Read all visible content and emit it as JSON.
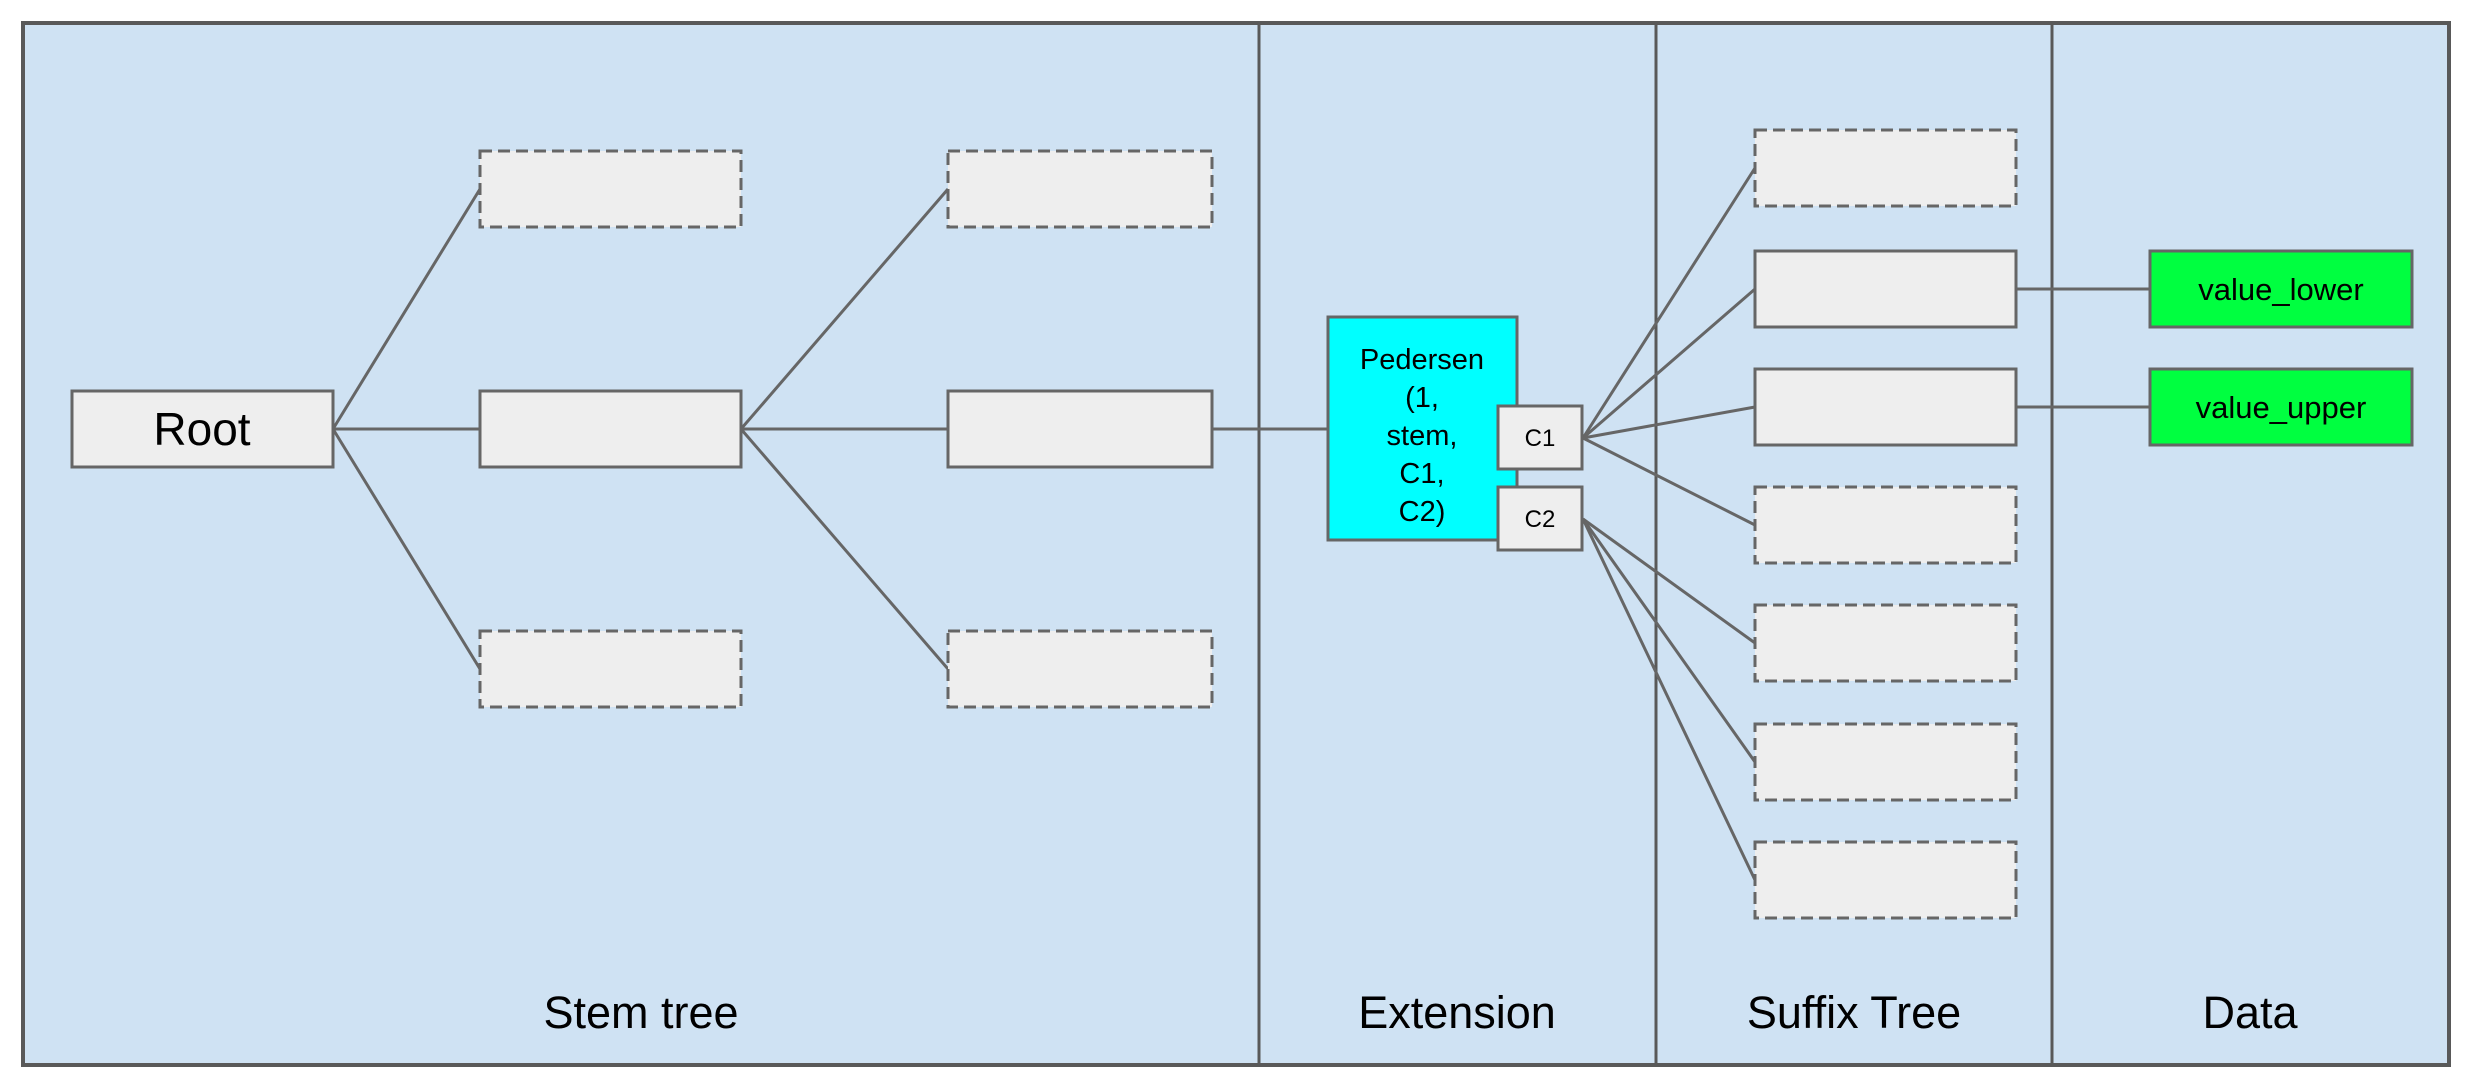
{
  "diagram": {
    "colors": {
      "page_bg": "#ffffff",
      "canvas_fill": "#cfe2f3",
      "frame_stroke": "#595959",
      "node_fill": "#eeeeee",
      "node_stroke": "#666666",
      "edge_color": "#666666",
      "text_color": "#000000",
      "extension_fill": "#00ffff",
      "data_fill": "#00ff40"
    },
    "sections": [
      {
        "label": "Stem tree"
      },
      {
        "label": "Extension"
      },
      {
        "label": "Suffix Tree"
      },
      {
        "label": "Data"
      }
    ],
    "nodes": {
      "root": {
        "label": "Root"
      },
      "pedersen": {
        "label": "Pedersen (1, stem, C1, C2)",
        "lines": [
          "Pedersen",
          "(1,",
          "stem,",
          "C1,",
          "C2)"
        ]
      },
      "c1": {
        "label": "C1"
      },
      "c2": {
        "label": "C2"
      },
      "value_lower": {
        "label": "value_lower"
      },
      "value_upper": {
        "label": "value_upper"
      }
    }
  }
}
